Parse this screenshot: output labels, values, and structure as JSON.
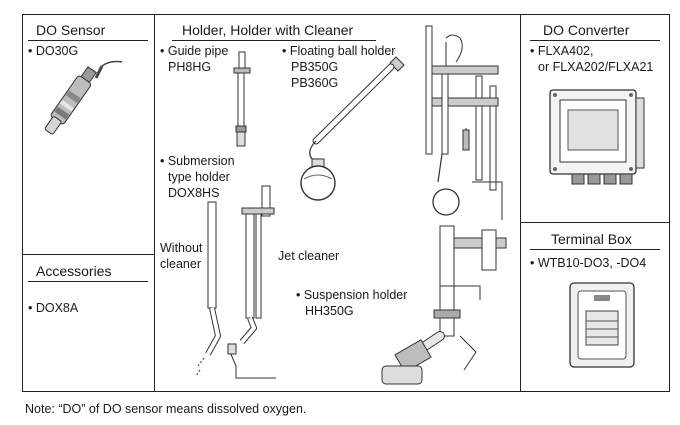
{
  "do_sensor": {
    "header": "DO Sensor",
    "model": "• DO30G"
  },
  "accessories": {
    "header": "Accessories",
    "model": "• DOX8A"
  },
  "holder": {
    "header": "Holder, Holder with Cleaner",
    "guide_pipe": {
      "label": "• Guide pipe",
      "model": "PH8HG"
    },
    "floating_ball": {
      "label": "• Floating ball holder",
      "model1": "PB350G",
      "model2": "PB360G"
    },
    "submersion": {
      "label1": "• Submersion",
      "label2": "type holder",
      "model": "DOX8HS"
    },
    "without_cleaner": {
      "line1": "Without",
      "line2": "cleaner"
    },
    "jet_cleaner": "Jet cleaner",
    "suspension": {
      "label": "• Suspension holder",
      "model": "HH350G"
    }
  },
  "do_converter": {
    "header": "DO Converter",
    "model1": "• FLXA402,",
    "model2": "or FLXA202/FLXA21"
  },
  "terminal_box": {
    "header": "Terminal Box",
    "model": "• WTB10-DO3, -DO4"
  },
  "note": "Note: “DO” of DO sensor means dissolved oxygen."
}
